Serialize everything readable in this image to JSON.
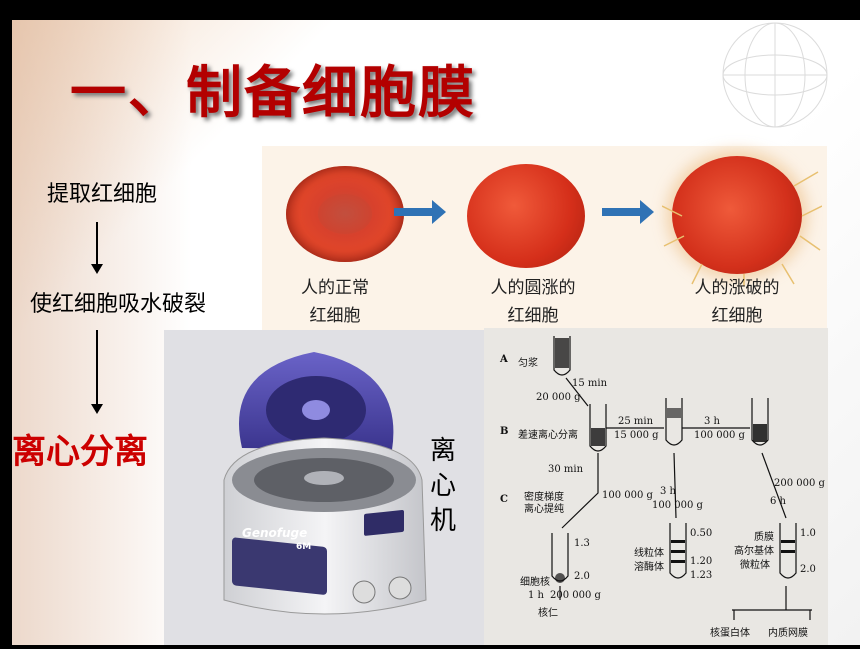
{
  "slide": {
    "title": "一、制备细胞膜",
    "steps": [
      "提取红细胞",
      "使红细胞吸水破裂",
      "离心分离"
    ],
    "accent_color": "#cc0000"
  },
  "rbc_figure": {
    "captions": [
      [
        "人的正常",
        "红细胞"
      ],
      [
        "人的圆涨的",
        "红细胞"
      ],
      [
        "人的涨破的",
        "红细胞"
      ]
    ]
  },
  "centrifuge": {
    "label": "离心机",
    "brand": "Genofuge",
    "model": "6M"
  },
  "diagram": {
    "lane_a": {
      "letter": "A",
      "label": "匀浆"
    },
    "lane_b": {
      "letter": "B",
      "label": "差速离心分离"
    },
    "lane_c": {
      "letter": "C",
      "label_line1": "密度梯度",
      "label_line2": "离心提纯"
    },
    "conditions": {
      "a_time": "15 min",
      "a_force": "20 000 g",
      "b1_time": "25 min",
      "b1_force": "15 000 g",
      "b2_time": "3 h",
      "b2_force": "100 000 g",
      "c1_time": "30 min",
      "c1_force": "100 000 g",
      "c2_time": "3 h",
      "c2_force": "100 000 g",
      "c3_force": "200 000 g",
      "c3_time": "6 h",
      "nuc_time": "1 h",
      "nuc_force": "200 000 g"
    },
    "tube1": {
      "top": "1.3",
      "bottom": "2.0",
      "band": "细胞核",
      "pellet": "核仁"
    },
    "tube2": {
      "v1": "0.50",
      "v2": "1.20",
      "v3": "1.23",
      "label1": "线粒体",
      "label2": "溶酶体"
    },
    "tube3": {
      "v1": "1.0",
      "v2": "2.0",
      "label1": "质膜",
      "label2": "高尔基体",
      "label3": "微粒体"
    },
    "bottom_labels": {
      "left": "核蛋白体",
      "right": "内质网膜"
    }
  }
}
